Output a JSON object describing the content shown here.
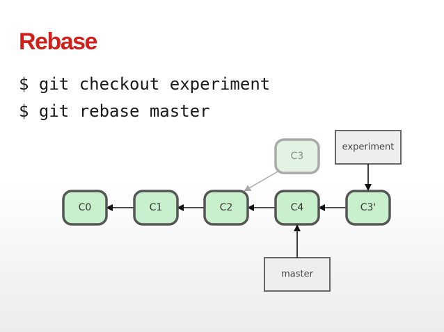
{
  "title": "Rebase",
  "commands": [
    "$ git checkout experiment",
    "$ git rebase master"
  ],
  "diagram": {
    "commits": [
      {
        "id": "C0",
        "label": "C0"
      },
      {
        "id": "C1",
        "label": "C1"
      },
      {
        "id": "C2",
        "label": "C2"
      },
      {
        "id": "C4",
        "label": "C4"
      },
      {
        "id": "C3p",
        "label": "C3'"
      },
      {
        "id": "C3",
        "label": "C3",
        "ghost": true
      }
    ],
    "refs": [
      {
        "id": "experiment",
        "label": "experiment",
        "points_to": "C3p"
      },
      {
        "id": "master",
        "label": "master",
        "points_to": "C4"
      }
    ],
    "edges": [
      {
        "from": "C1",
        "to": "C0"
      },
      {
        "from": "C2",
        "to": "C1"
      },
      {
        "from": "C4",
        "to": "C2"
      },
      {
        "from": "C3p",
        "to": "C4"
      },
      {
        "from": "C3",
        "to": "C2",
        "ghost": true
      }
    ],
    "colors": {
      "commit_fill": "#c8f0cc",
      "commit_stroke": "#555555",
      "ghost_fill": "#e2f3e4",
      "ghost_stroke": "#a9a9a9",
      "ref_fill": "#eeeeee",
      "ref_stroke": "#666666",
      "title": "#d0201b"
    }
  }
}
